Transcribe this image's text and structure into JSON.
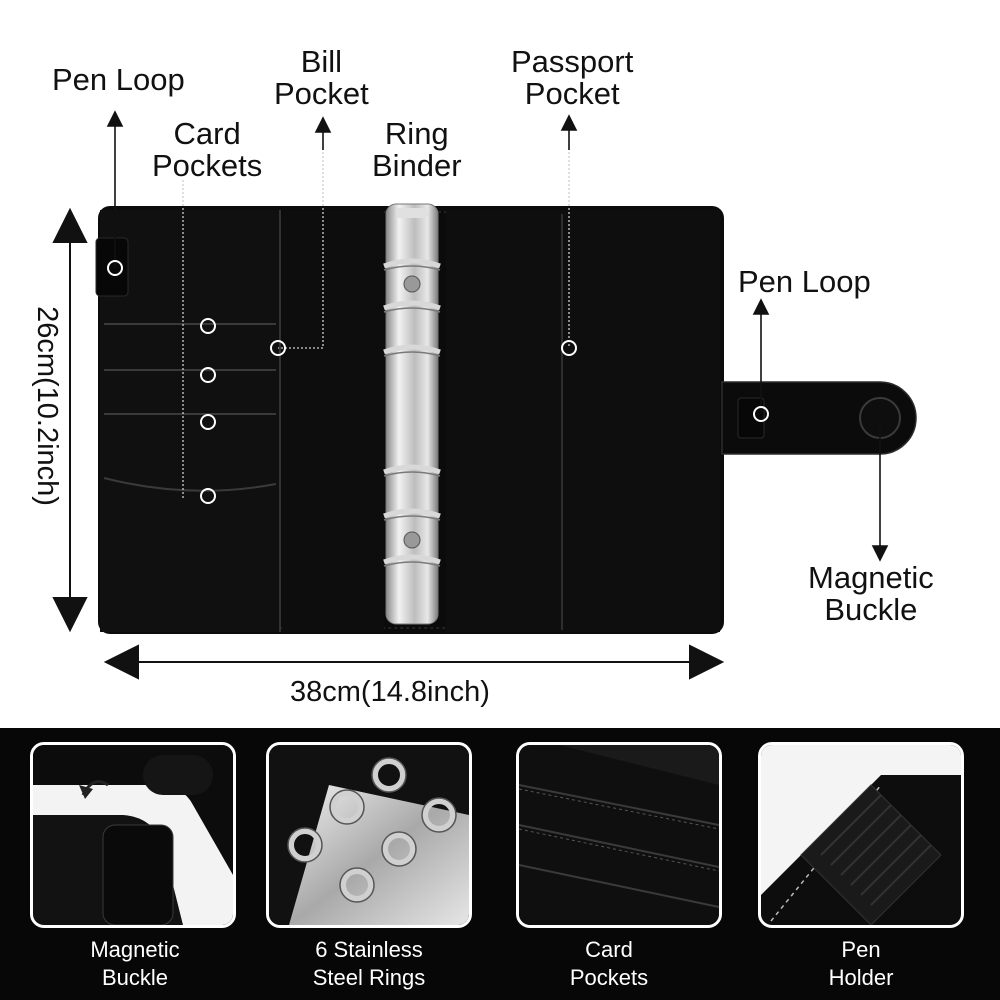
{
  "labels": {
    "pen_loop_left": "Pen Loop",
    "card_pockets_line1": "Card",
    "card_pockets_line2": "Pockets",
    "bill_pocket_line1": "Bill",
    "bill_pocket_line2": "Pocket",
    "ring_binder_line1": "Ring",
    "ring_binder_line2": "Binder",
    "passport_pocket_line1": "Passport",
    "passport_pocket_line2": "Pocket",
    "pen_loop_right": "Pen Loop",
    "magnetic_buckle_line1": "Magnetic",
    "magnetic_buckle_line2": "Buckle"
  },
  "dimensions": {
    "height": "26cm(10.2inch)",
    "width": "38cm(14.8inch)"
  },
  "features": [
    {
      "line1": "Magnetic",
      "line2": "Buckle"
    },
    {
      "line1": "6 Stainless",
      "line2": "Steel Rings"
    },
    {
      "line1": "Card",
      "line2": "Pockets"
    },
    {
      "line1": "Pen",
      "line2": "Holder"
    }
  ],
  "colors": {
    "binder": "#0b0b0b",
    "ring_metal": "#c8c8c8",
    "band": "#070707"
  }
}
